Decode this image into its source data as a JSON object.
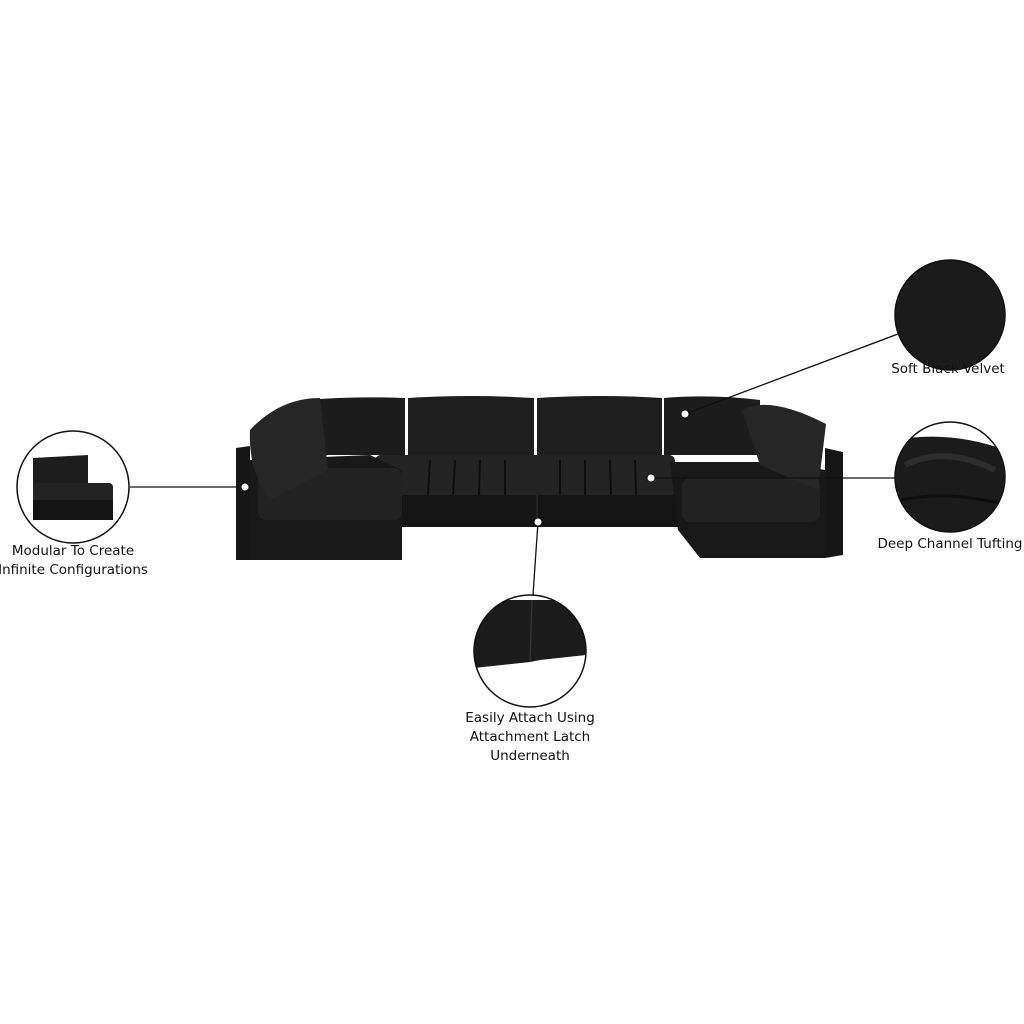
{
  "product": {
    "color": "#1a1a1a"
  },
  "callouts": {
    "modular": {
      "line1": "Modular To Create",
      "line2": "Infinite Configurations"
    },
    "velvet": {
      "line1": "Soft Black Velvet"
    },
    "tufting": {
      "line1": "Deep Channel Tufting"
    },
    "attach": {
      "line1": "Easily Attach Using",
      "line2": "Attachment Latch",
      "line3": "Underneath"
    }
  }
}
